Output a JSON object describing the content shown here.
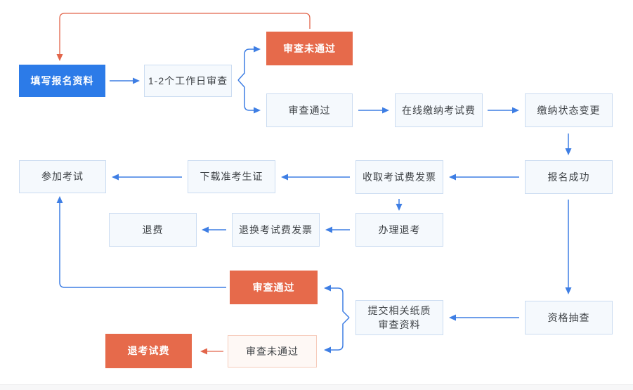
{
  "colors": {
    "primary_blue": "#2C7BE8",
    "accent_orange": "#E66A4B",
    "connector_blue": "#3E7EE4",
    "connector_orange": "#E2654A",
    "node_bg": "#F5F9FD",
    "node_border": "#CBDCF1",
    "node_text": "#3D4145",
    "fail_bg": "#FEF8F5",
    "fail_border": "#F6CCBC",
    "footer_bg": "#F7F7F8",
    "footer_border": "#EAEAEC"
  },
  "flowchart": {
    "nodes": {
      "fill_info": "填写报名资料",
      "review_duration": "1-2个工作日审查",
      "review_fail_top": "审查未通过",
      "review_pass_top": "审查通过",
      "pay_online": "在线缴纳考试费",
      "pay_status_change": "缴纳状态变更",
      "reg_success": "报名成功",
      "receive_invoice": "收取考试费发票",
      "download_ticket": "下载准考生证",
      "attend_exam": "参加考试",
      "cancel_exam": "办理退考",
      "return_invoice": "退换考试费发票",
      "refund": "退费",
      "qualification_check": "资格抽查",
      "submit_paper": "提交相关纸质\n审查资料",
      "review_pass_bottom": "审查通过",
      "review_fail_bottom": "审查未通过",
      "refund_exam_fee": "退考试费"
    }
  }
}
